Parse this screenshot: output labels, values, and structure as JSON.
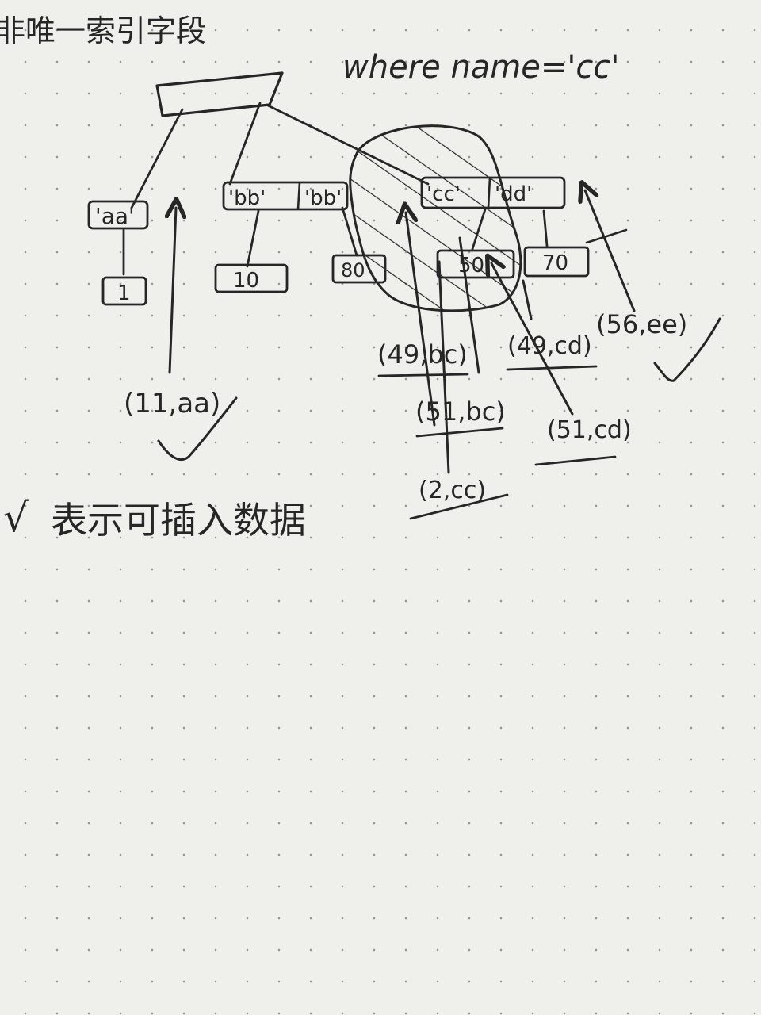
{
  "title": "非唯一索引字段",
  "query": "where name='cc'",
  "legend": {
    "check": "√",
    "text": "表示可插入数据"
  },
  "root_node": {
    "keys": []
  },
  "internal_keys": {
    "aa": "'aa'",
    "bb": "'bb'",
    "bb2": "'bb'",
    "cc": "'cc'",
    "dd": "'dd'"
  },
  "leaf_ids": {
    "id1": "1",
    "id10": "10",
    "id80": "80",
    "id50": "50",
    "id70": "70"
  },
  "candidates": {
    "c_11_aa": "(11,aa)",
    "c_49_bc": "(49,bc)",
    "c_51_bc": "(51,bc)",
    "c_2_cc": "(2,cc)",
    "c_49_cd": "(49,cd)",
    "c_51_cd": "(51,cd)",
    "c_56_ee": "(56,ee)"
  },
  "colors": {
    "ink": "#262626",
    "paper": "#efefec",
    "dots": "#9a9a96"
  }
}
